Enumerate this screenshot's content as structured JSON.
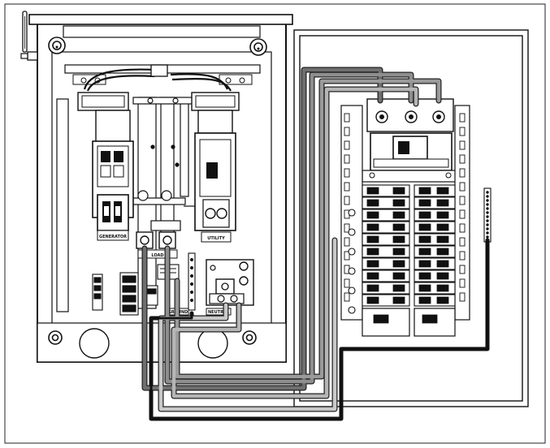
{
  "diagram": {
    "labels": {
      "generator": "GENERATOR",
      "utility": "UTILITY",
      "load": "LOAD",
      "ground": "GROUND",
      "neutral": "NEUTRAL"
    },
    "wire_colors": {
      "dark_gray": "#6f6f6f",
      "mid_gray": "#8e8e8e",
      "light_gray": "#b5b5b5",
      "black": "#111111"
    }
  }
}
